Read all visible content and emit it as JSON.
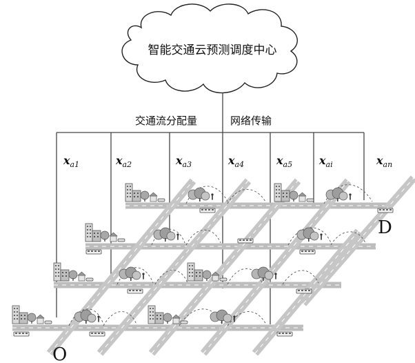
{
  "cloud": {
    "title": "智能交通云预测调度中心"
  },
  "network": {
    "label_left": "交通流分配量",
    "label_right": "网络传输"
  },
  "variables": [
    {
      "main": "x",
      "sub": "a1"
    },
    {
      "main": "x",
      "sub": "a2"
    },
    {
      "main": "x",
      "sub": "a3"
    },
    {
      "main": "x",
      "sub": "a4"
    },
    {
      "main": "x",
      "sub": "a5"
    },
    {
      "main": "x",
      "sub": "ai"
    },
    {
      "main": "x",
      "sub": "an"
    }
  ],
  "nodes": {
    "origin": "O",
    "destination": "D"
  },
  "colors": {
    "road": "#bdbdbd",
    "road_edge": "#9a9a9a",
    "line": "#444444",
    "cloud_stroke": "#222222"
  }
}
